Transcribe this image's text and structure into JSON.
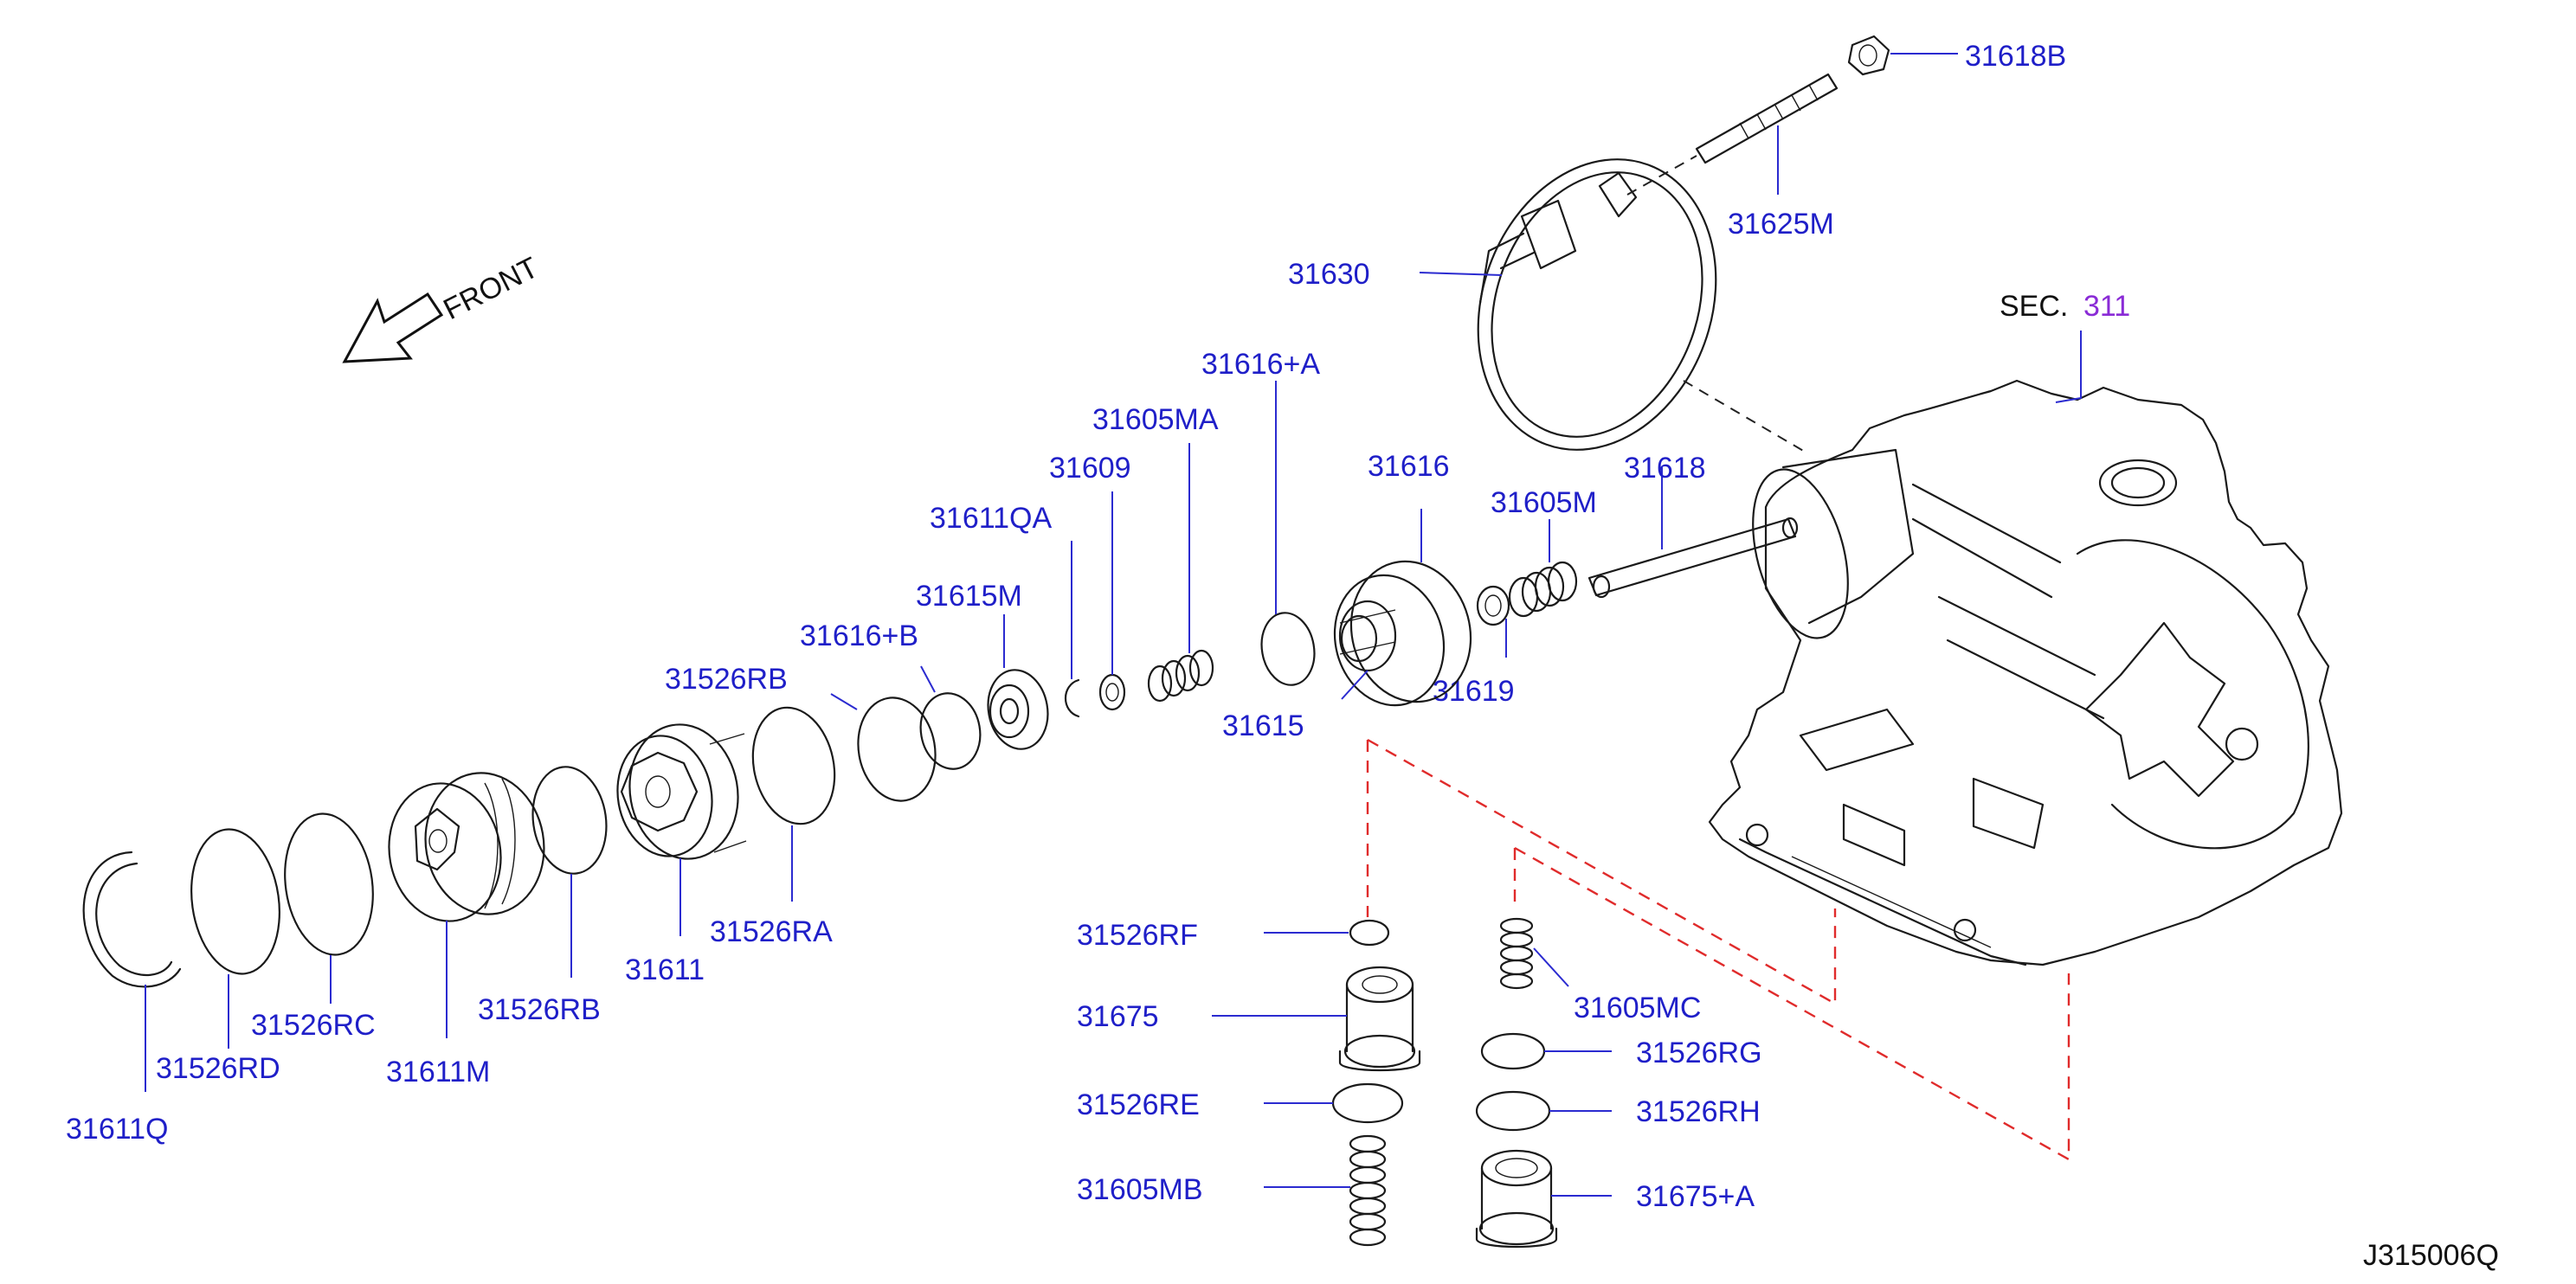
{
  "front": {
    "label": "FRONT"
  },
  "section": {
    "prefix": "SEC.",
    "number": "311"
  },
  "figure_code": "J315006Q",
  "labels": {
    "p31618B": "31618B",
    "p31625M": "31625M",
    "p31630": "31630",
    "p31616A": "31616+A",
    "p31605MA": "31605MA",
    "p31609": "31609",
    "p31611QA": "31611QA",
    "p31615M": "31615M",
    "p31616B": "31616+B",
    "p31526RA_top": "31526RB",
    "p31616": "31616",
    "p31605M": "31605M",
    "p31618": "31618",
    "p31615": "31615",
    "p31619": "31619",
    "p31526RF": "31526RF",
    "p31675": "31675",
    "p31526RE": "31526RE",
    "p31605MB": "31605MB",
    "p31605MC": "31605MC",
    "p31526RG": "31526RG",
    "p31526RH": "31526RH",
    "p31675A": "31675+A",
    "p31611Q": "31611Q",
    "p31526RD": "31526RD",
    "p31526RC": "31526RC",
    "p31611M": "31611M",
    "p31526RB": "31526RB",
    "p31611": "31611",
    "p31526RA": "31526RA"
  }
}
